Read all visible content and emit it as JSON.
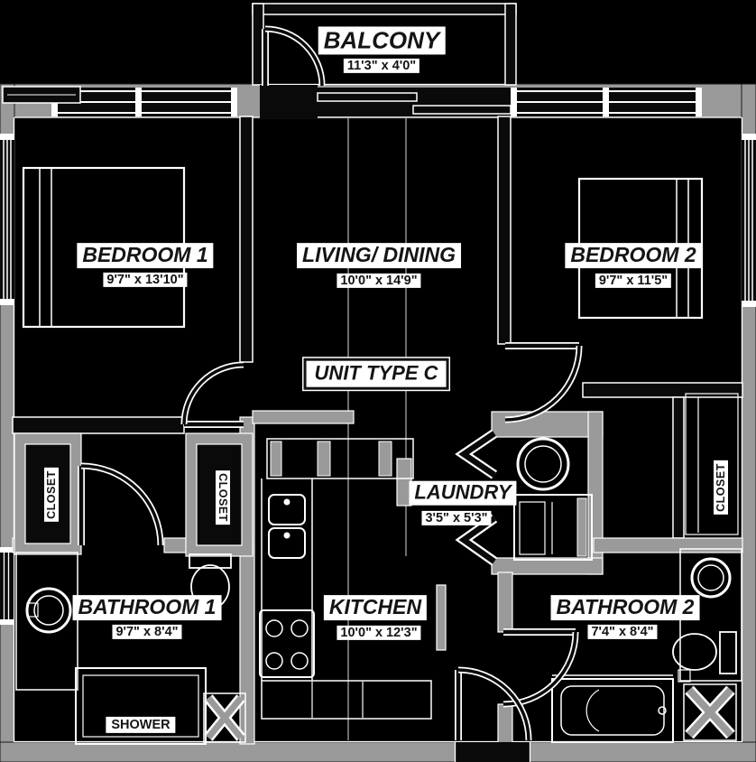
{
  "plan": {
    "unit_type_label": "UNIT TYPE C",
    "rooms": {
      "balcony": {
        "name": "BALCONY",
        "dims": "11'3\" x 4'0\""
      },
      "bedroom1": {
        "name": "BEDROOM 1",
        "dims": "9'7\" x 13'10\""
      },
      "living_dining": {
        "name": "LIVING/ DINING",
        "dims": "10'0\" x 14'9\""
      },
      "bedroom2": {
        "name": "BEDROOM 2",
        "dims": "9'7\" x 11'5\""
      },
      "laundry": {
        "name": "LAUNDRY",
        "dims": "3'5\" x 5'3\""
      },
      "bathroom1": {
        "name": "BATHROOM 1",
        "dims": "9'7\" x 8'4\""
      },
      "kitchen": {
        "name": "KITCHEN",
        "dims": "10'0\" x 12'3\""
      },
      "bathroom2": {
        "name": "BATHROOM 2",
        "dims": "7'4\" x 8'4\""
      }
    },
    "labels": {
      "closet": "CLOSET",
      "shower": "SHOWER"
    },
    "colors": {
      "wall": "#9a9a9a",
      "background": "#000000",
      "linework": "#ffffff",
      "label_background": "#ffffff",
      "label_text": "#141414"
    }
  }
}
